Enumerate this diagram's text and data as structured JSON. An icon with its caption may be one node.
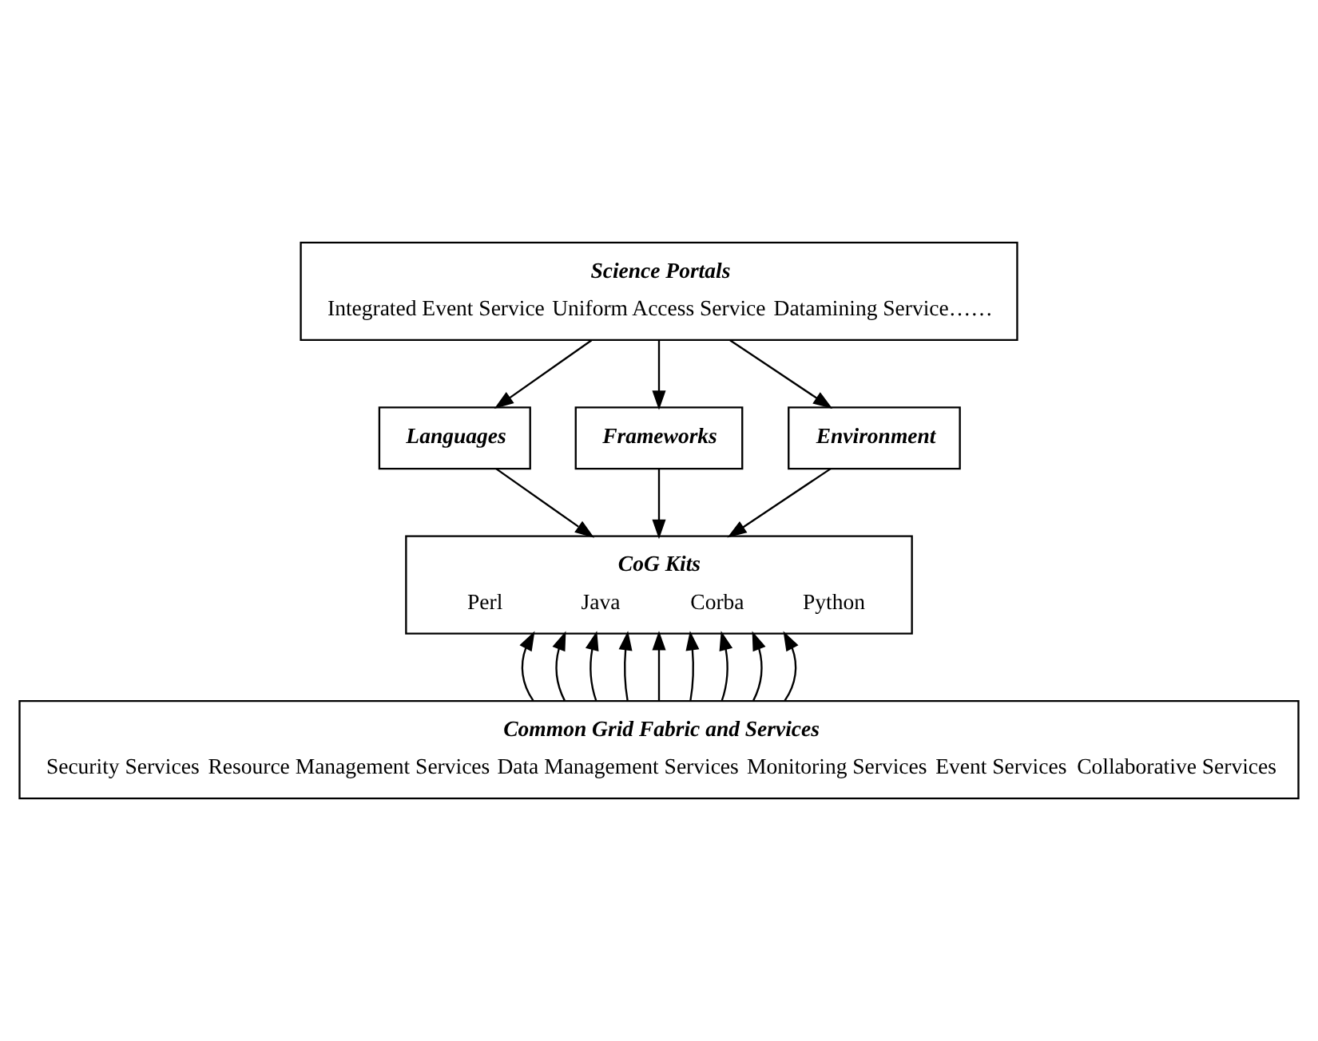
{
  "diagram": {
    "nodes": [
      {
        "text": [
          "Science Portals",
          "Integrated Event Service",
          "Uniform Access Service",
          "Datamining Service……"
        ]
      },
      {
        "text": [
          "Languages"
        ]
      },
      {
        "text": [
          "Frameworks"
        ]
      },
      {
        "text": [
          "Environment"
        ]
      },
      {
        "text": [
          "CoG Kits",
          "Perl",
          "Java",
          "Corba",
          "Python"
        ]
      },
      {
        "text": [
          "Common Grid Fabric and Services",
          "Security Services",
          "Resource Management Services",
          "Data Management Services",
          "Monitoring Services",
          "Event Services",
          "Collaborative Services"
        ]
      }
    ],
    "edges": [
      {
        "from": 0,
        "to": 1,
        "arrow": "to"
      },
      {
        "from": 0,
        "to": 2,
        "arrow": "to"
      },
      {
        "from": 0,
        "to": 3,
        "arrow": "to"
      },
      {
        "from": 1,
        "to": 4,
        "arrow": "to"
      },
      {
        "from": 2,
        "to": 4,
        "arrow": "to"
      },
      {
        "from": 3,
        "to": 4,
        "arrow": "to"
      },
      {
        "from": 5,
        "to": 4,
        "arrow": "to"
      },
      {
        "from": 5,
        "to": 4,
        "arrow": "to"
      },
      {
        "from": 5,
        "to": 4,
        "arrow": "to"
      },
      {
        "from": 5,
        "to": 4,
        "arrow": "to"
      },
      {
        "from": 5,
        "to": 4,
        "arrow": "to"
      },
      {
        "from": 5,
        "to": 4,
        "arrow": "to"
      },
      {
        "from": 5,
        "to": 4,
        "arrow": "to"
      },
      {
        "from": 5,
        "to": 4,
        "arrow": "to"
      },
      {
        "from": 5,
        "to": 4,
        "arrow": "to"
      }
    ]
  }
}
